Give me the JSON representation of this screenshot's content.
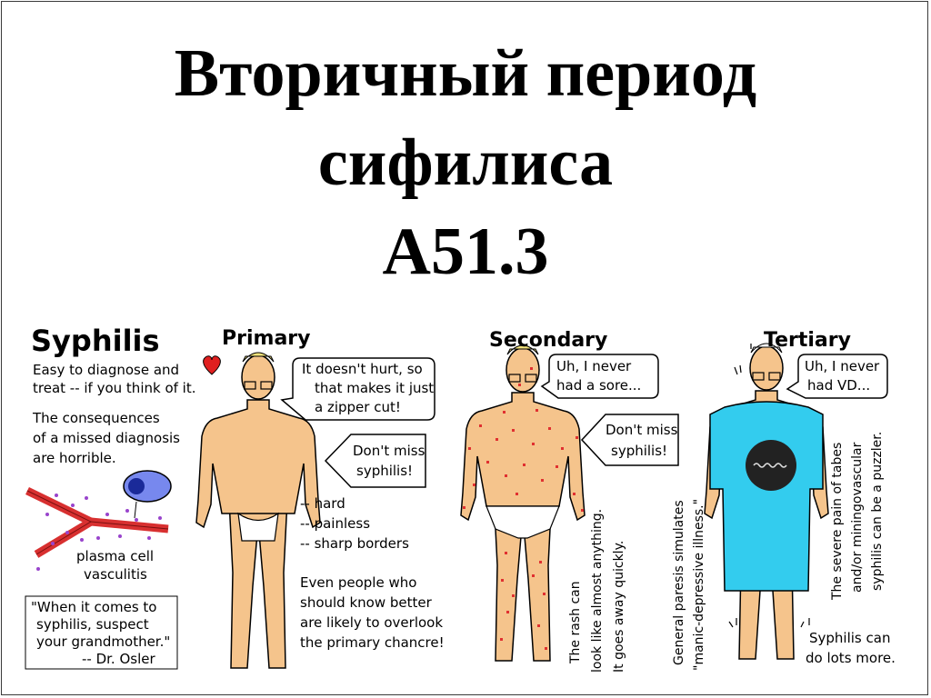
{
  "slide": {
    "title_line1": "Вторичный период",
    "title_line2": "сифилиса",
    "title_line3": "А51.3"
  },
  "poster": {
    "heading": "Syphilis",
    "intro_1": "Easy to diagnose and",
    "intro_2": "treat -- if you think of it.",
    "consequence_1": "The consequences",
    "consequence_2": "of a missed diagnosis",
    "consequence_3": "are horrible.",
    "vasculitis_1": "plasma cell",
    "vasculitis_2": "vasculitis",
    "quote_1": "\"When it comes to",
    "quote_2": "syphilis, suspect",
    "quote_3": "your grandmother.\"",
    "quote_author": "-- Dr. Osler",
    "primary": {
      "label": "Primary",
      "bubble_1": "It doesn't hurt, so",
      "bubble_2": "that makes it just",
      "bubble_3": "a zipper cut!",
      "arrow_1": "Don't miss",
      "arrow_2": "syphilis!",
      "feature_1": "-- hard",
      "feature_2": "-- painless",
      "feature_3": "-- sharp borders",
      "note_1": "Even people who",
      "note_2": "should know better",
      "note_3": "are likely to overlook",
      "note_4": "the primary chancre!"
    },
    "secondary": {
      "label": "Secondary",
      "bubble_1": "Uh, I never",
      "bubble_2": "had a sore...",
      "arrow_1": "Don't miss",
      "arrow_2": "syphilis!",
      "rash_1": "The rash can",
      "rash_2": "look like almost anything.",
      "rash_3": "It goes away quickly."
    },
    "tertiary": {
      "label": "Tertiary",
      "bubble_1": "Uh, I never",
      "bubble_2": "had VD...",
      "paresis_1": "General paresis simulates",
      "paresis_2": "\"manic-depressive illness.\"",
      "tabes_1": "The severe pain of tabes",
      "tabes_2": "and/or miningovascular",
      "tabes_3": "syphilis can be a puzzler.",
      "more_1": "Syphilis can",
      "more_2": "do lots more."
    }
  },
  "colors": {
    "skin": "#f5c48c",
    "outline": "#000000",
    "rash": "#e03030",
    "gown": "#33ccee",
    "vessel": "#d83030",
    "cell": "#3344dd",
    "heart": "#e02020",
    "hair": "#f2e27a"
  }
}
